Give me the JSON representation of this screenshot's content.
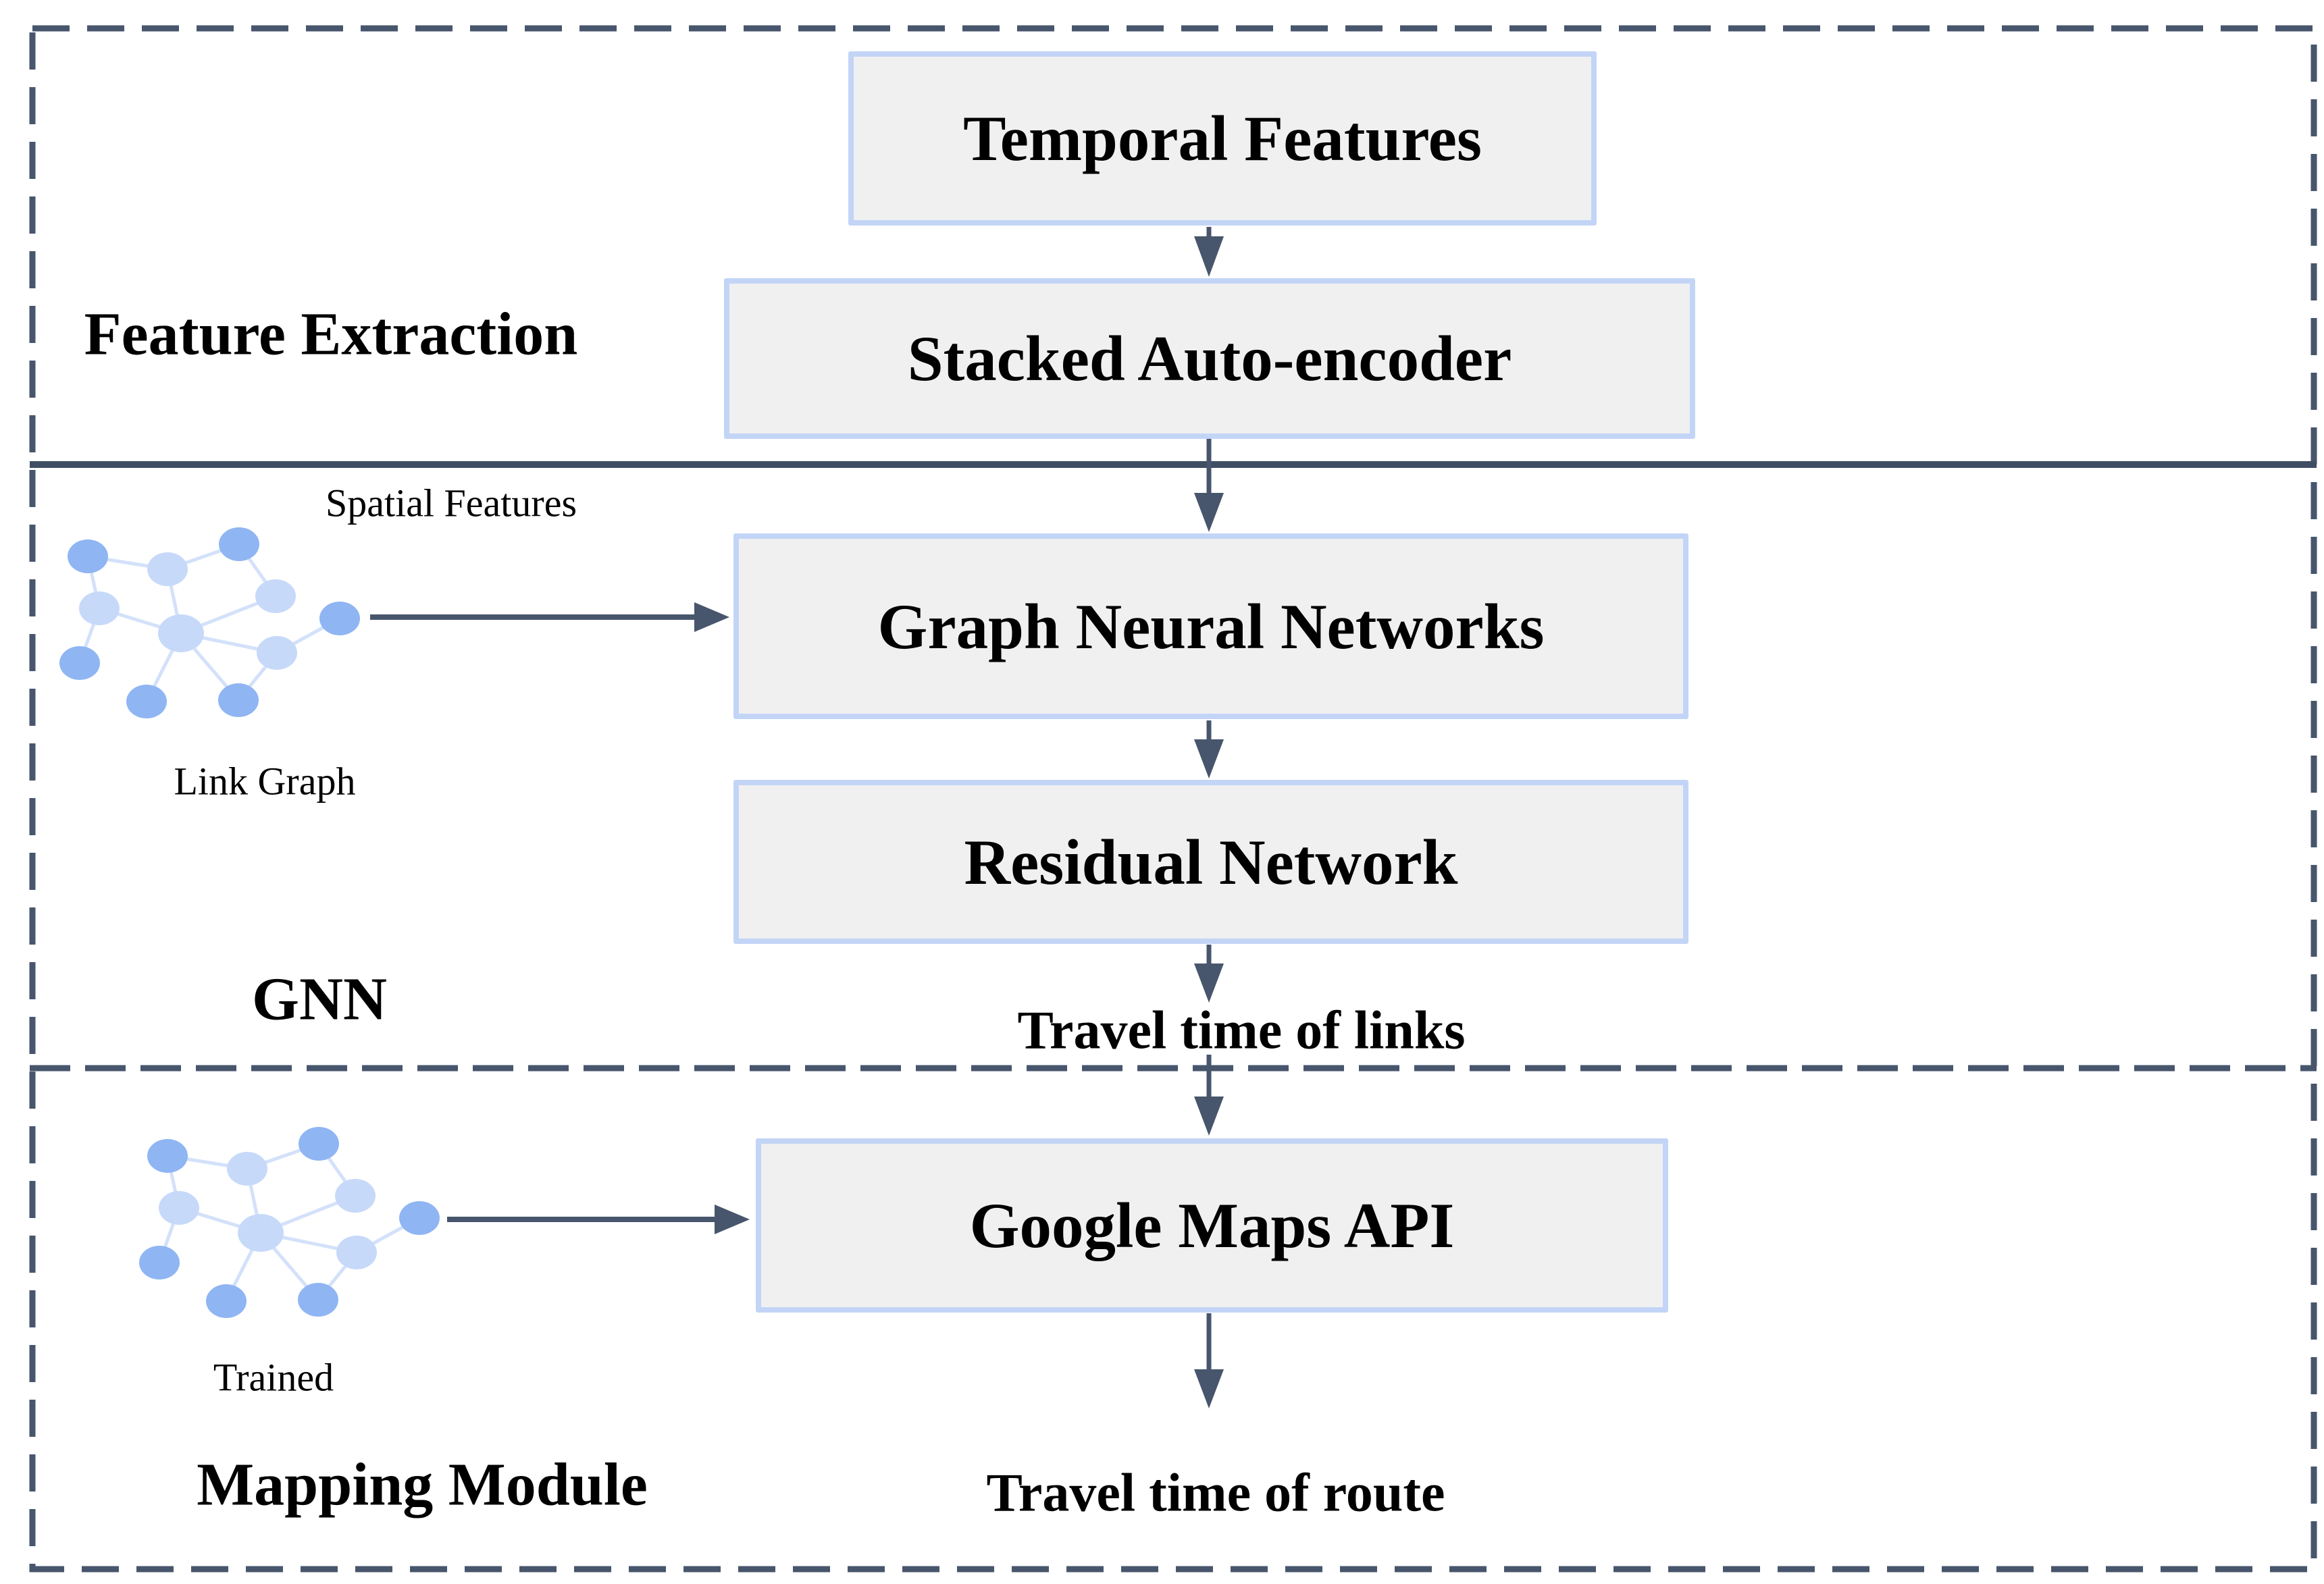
{
  "diagram": {
    "section_labels": {
      "feature_extraction": "Feature Extraction",
      "gnn": "GNN",
      "mapping_module": "Mapping Module"
    },
    "boxes": {
      "temporal_features": {
        "label": "Temporal Features"
      },
      "stacked_autoencoder": {
        "label": "Stacked Auto-encoder"
      },
      "graph_neural_networks": {
        "label": "Graph Neural Networks"
      },
      "residual_network": {
        "label": "Residual Network"
      },
      "google_maps_api": {
        "label": "Google Maps API"
      }
    },
    "annotations": {
      "spatial_features": "Spatial Features",
      "link_graph": "Link Graph",
      "trained": "Trained"
    },
    "outputs": {
      "travel_time_links": "Travel time of links",
      "travel_time_route": "Travel time of route"
    },
    "icons": {
      "link_graph_icon": "network-graph-icon",
      "trained_graph_icon": "network-graph-icon"
    },
    "colors": {
      "line": "#47566c",
      "box_fill": "#f0f0f1",
      "box_border": "#c3d5f6",
      "node_dark": "#8fb5f3",
      "node_light": "#c7d9f9",
      "graph_edge": "#d3e1fa",
      "text": "#000000",
      "background": "#ffffff"
    }
  }
}
